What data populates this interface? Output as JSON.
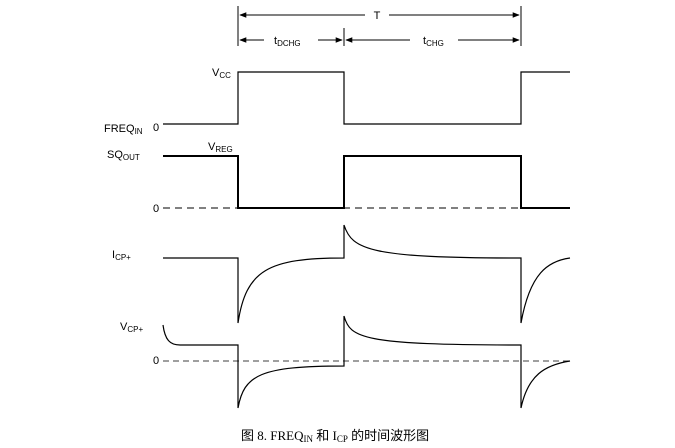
{
  "timing": {
    "period_label": "T",
    "dchg_label": {
      "main": "t",
      "sub": "DCHG"
    },
    "chg_label": {
      "main": "t",
      "sub": "CHG"
    }
  },
  "signals": {
    "freq_in": {
      "main": "FREQ",
      "sub": "IN",
      "zero": "0",
      "high_label": {
        "main": "V",
        "sub": "CC"
      }
    },
    "sq_out": {
      "main": "SQ",
      "sub": "OUT",
      "zero": "0",
      "high_label": {
        "main": "V",
        "sub": "REG"
      }
    },
    "icp": {
      "main": "I",
      "sub": "CP+"
    },
    "vcp": {
      "main": "V",
      "sub": "CP+",
      "zero": "0"
    }
  },
  "caption": {
    "prefix": "图 8. FREQ",
    "sub1": "IN",
    "middle": " 和 I",
    "sub2": "CP",
    "suffix": " 的时间波形图"
  }
}
